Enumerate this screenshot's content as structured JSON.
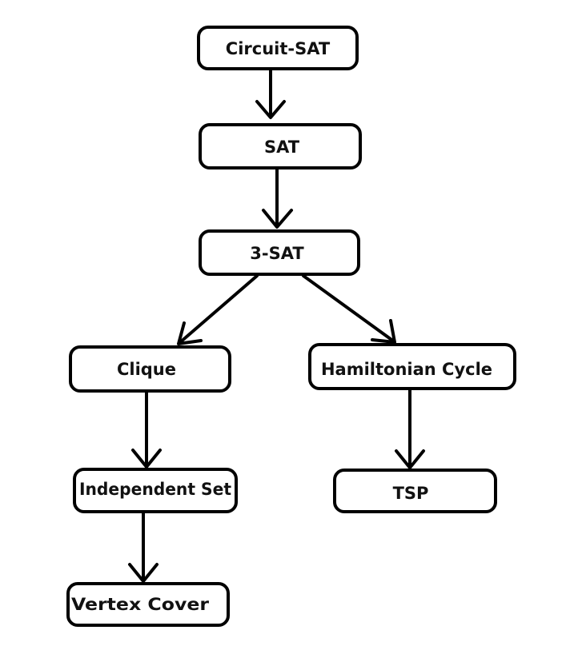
{
  "nodes": {
    "circuit_sat": "Circuit-SAT",
    "sat": "SAT",
    "three_sat": "3-SAT",
    "clique": "Clique",
    "hamiltonian_cycle": "Hamiltonian Cycle",
    "independent_set": "Independent Set",
    "tsp": "TSP",
    "vertex_cover": "Vertex Cover"
  },
  "edges": [
    {
      "from": "Circuit-SAT",
      "to": "SAT"
    },
    {
      "from": "SAT",
      "to": "3-SAT"
    },
    {
      "from": "3-SAT",
      "to": "Clique"
    },
    {
      "from": "3-SAT",
      "to": "Hamiltonian Cycle"
    },
    {
      "from": "Clique",
      "to": "Independent Set"
    },
    {
      "from": "Hamiltonian Cycle",
      "to": "TSP"
    },
    {
      "from": "Independent Set",
      "to": "Vertex Cover"
    }
  ],
  "colors": {
    "line": "#000000",
    "box_fill": "#ffffff",
    "text": "#111111",
    "background": "#ffffff"
  }
}
